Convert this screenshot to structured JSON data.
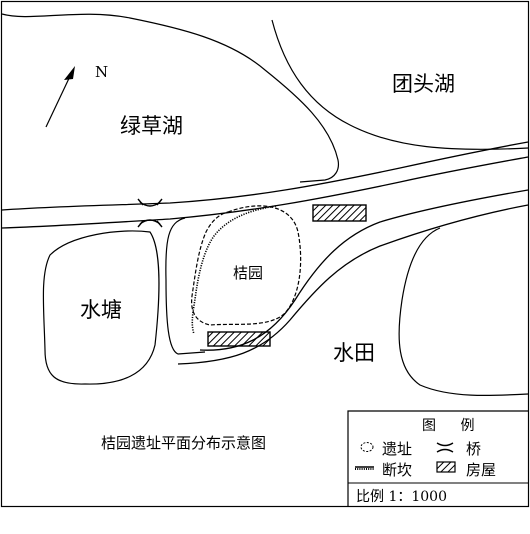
{
  "map": {
    "north_label": "N",
    "places": {
      "lvcao_lake": "绿草湖",
      "tuantou_lake": "团头湖",
      "pond": "水塘",
      "garden": "桔园",
      "paddy": "水田"
    },
    "caption": "桔园遗址平面分布示意图"
  },
  "legend": {
    "title": "图 例",
    "site_label": "遗址",
    "bridge_label": "桥",
    "scarp_label": "断坎",
    "house_label": "房屋",
    "scale_label": "比例  1：1000"
  },
  "colors": {
    "ink": "#000000",
    "paper": "#ffffff"
  },
  "icons": [
    "north-arrow-icon",
    "bridge-icon",
    "house-icon",
    "site-outline-icon",
    "scarp-icon"
  ]
}
